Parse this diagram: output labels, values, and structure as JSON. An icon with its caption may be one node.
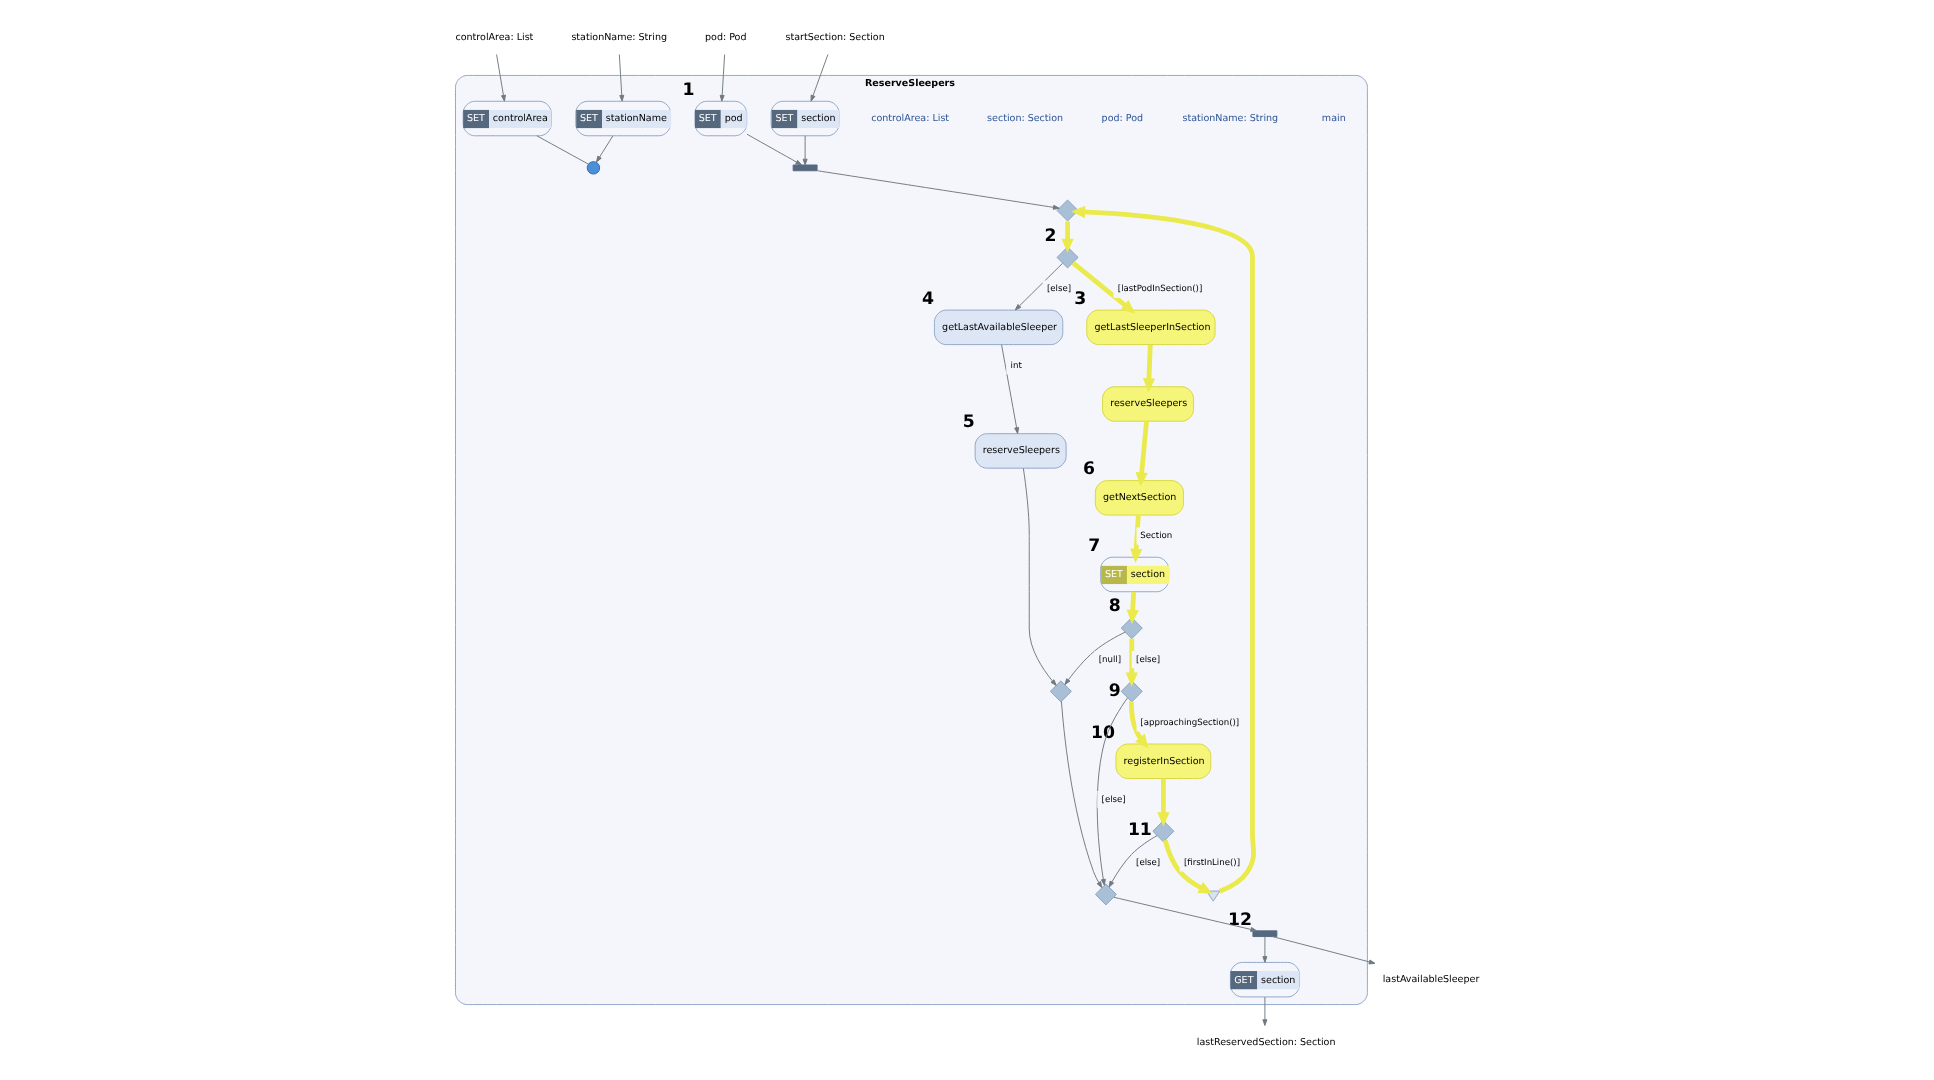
{
  "diagram": {
    "nodes": [
      {
        "text": [
          "ReserveSleepers"
        ]
      },
      {
        "text": [
          "controlArea: List"
        ]
      },
      {
        "text": [
          "stationName: String"
        ]
      },
      {
        "text": [
          "pod: Pod"
        ]
      },
      {
        "text": [
          "startSection: Section"
        ]
      },
      {
        "text": [
          "lastAvailableSleeper"
        ]
      },
      {
        "text": [
          "lastReservedSection: Section"
        ]
      },
      {
        "text": [
          "SET",
          "controlArea"
        ],
        "in": 0
      },
      {
        "text": [
          "SET",
          "stationName"
        ],
        "in": 0
      },
      {
        "text": [],
        "shape": "circle",
        "in": 0
      },
      {
        "text": [
          "SET",
          "pod"
        ],
        "in": 0,
        "beside": [
          "1"
        ]
      },
      {
        "text": [
          "SET",
          "section"
        ],
        "in": 0
      },
      {
        "text": [],
        "shape": "bar",
        "in": 0
      },
      {
        "text": [],
        "shape": "diamond",
        "in": 0
      },
      {
        "text": [],
        "shape": "diamond",
        "in": 0,
        "beside": [
          "2"
        ]
      },
      {
        "text": [
          "getLastAvailableSleeper"
        ],
        "in": 0,
        "beside": [
          "4"
        ]
      },
      {
        "text": [
          "getLastSleeperInSection"
        ],
        "in": 0,
        "beside": [
          "3"
        ]
      },
      {
        "text": [
          "reserveSleepers"
        ],
        "in": 0
      },
      {
        "text": [
          "getNextSection"
        ],
        "in": 0,
        "beside": [
          "6"
        ]
      },
      {
        "text": [
          "reserveSleepers"
        ],
        "in": 0,
        "beside": [
          "5"
        ]
      },
      {
        "text": [
          "SET",
          "section"
        ],
        "in": 0,
        "beside": [
          "7"
        ]
      },
      {
        "text": [],
        "shape": "diamond",
        "in": 0,
        "beside": [
          "8"
        ]
      },
      {
        "text": [],
        "shape": "diamond",
        "in": 0,
        "beside": [
          "9"
        ]
      },
      {
        "text": [
          "registerInSection"
        ],
        "in": 0,
        "beside": [
          "10"
        ]
      },
      {
        "text": [],
        "shape": "diamond",
        "in": 0,
        "beside": [
          "11"
        ]
      },
      {
        "text": [],
        "shape": "hourglass",
        "in": 0
      },
      {
        "text": [],
        "shape": "diamond",
        "in": 0
      },
      {
        "text": [],
        "shape": "diamond",
        "in": 0
      },
      {
        "text": [],
        "shape": "bar",
        "in": 0,
        "beside": [
          "12"
        ]
      },
      {
        "text": [
          "GET",
          "section"
        ],
        "in": 0
      }
    ],
    "edges": [
      {
        "from": 1,
        "to": 7,
        "arrow": "to"
      },
      {
        "from": 2,
        "to": 8,
        "arrow": "to"
      },
      {
        "from": 3,
        "to": 10,
        "arrow": "to"
      },
      {
        "from": 4,
        "to": 11,
        "arrow": "to"
      },
      {
        "from": 7,
        "to": 9,
        "arrow": "none"
      },
      {
        "from": 8,
        "to": 9,
        "arrow": "to"
      },
      {
        "from": 10,
        "to": 12,
        "arrow": "to"
      },
      {
        "from": 11,
        "to": 12,
        "arrow": "to"
      },
      {
        "from": 12,
        "to": 13,
        "arrow": "to"
      },
      {
        "from": 13,
        "to": 14,
        "arrow": "to",
        "style": "thick",
        "color": "#eaea4c"
      },
      {
        "from": 14,
        "to": 15,
        "arrow": "to",
        "label": "[else]"
      },
      {
        "from": 14,
        "to": 16,
        "arrow": "to",
        "label": "[lastPodInSection()]",
        "style": "thick",
        "color": "#eaea4c"
      },
      {
        "from": 16,
        "to": 17,
        "arrow": "to",
        "style": "thick",
        "color": "#eaea4c"
      },
      {
        "from": 17,
        "to": 18,
        "arrow": "to",
        "style": "thick",
        "color": "#eaea4c"
      },
      {
        "from": 15,
        "to": 19,
        "arrow": "to",
        "label": "int"
      },
      {
        "from": 18,
        "to": 20,
        "arrow": "to",
        "label": "Section",
        "style": "thick",
        "color": "#eaea4c"
      },
      {
        "from": 20,
        "to": 21,
        "arrow": "to",
        "style": "thick",
        "color": "#eaea4c"
      },
      {
        "from": 21,
        "to": 26,
        "arrow": "to",
        "label": "[null]"
      },
      {
        "from": 19,
        "to": 26,
        "arrow": "to"
      },
      {
        "from": 21,
        "to": 22,
        "arrow": "to",
        "label": "[else]",
        "style": "thick",
        "color": "#eaea4c"
      },
      {
        "from": 22,
        "to": 23,
        "arrow": "to",
        "label": "[approachingSection()]",
        "style": "thick",
        "color": "#eaea4c"
      },
      {
        "from": 22,
        "to": 27,
        "arrow": "to",
        "label": "[else]"
      },
      {
        "from": 23,
        "to": 24,
        "arrow": "to",
        "style": "thick",
        "color": "#eaea4c"
      },
      {
        "from": 24,
        "to": 27,
        "arrow": "to",
        "label": "[else]"
      },
      {
        "from": 24,
        "to": 25,
        "arrow": "to",
        "label": "[firstInLine()]",
        "style": "thick",
        "color": "#eaea4c"
      },
      {
        "from": 25,
        "to": 13,
        "arrow": "to",
        "style": "thick",
        "color": "#eaea4c"
      },
      {
        "from": 26,
        "to": 27,
        "arrow": "to"
      },
      {
        "from": 27,
        "to": 28,
        "arrow": "to"
      },
      {
        "from": 28,
        "to": 29,
        "arrow": "to"
      },
      {
        "from": 28,
        "to": 5,
        "arrow": "to"
      },
      {
        "from": 29,
        "to": 6,
        "arrow": "to"
      }
    ],
    "labels": [
      "main",
      "stationName: String",
      "pod: Pod",
      "section: Section",
      "controlArea: List"
    ]
  }
}
